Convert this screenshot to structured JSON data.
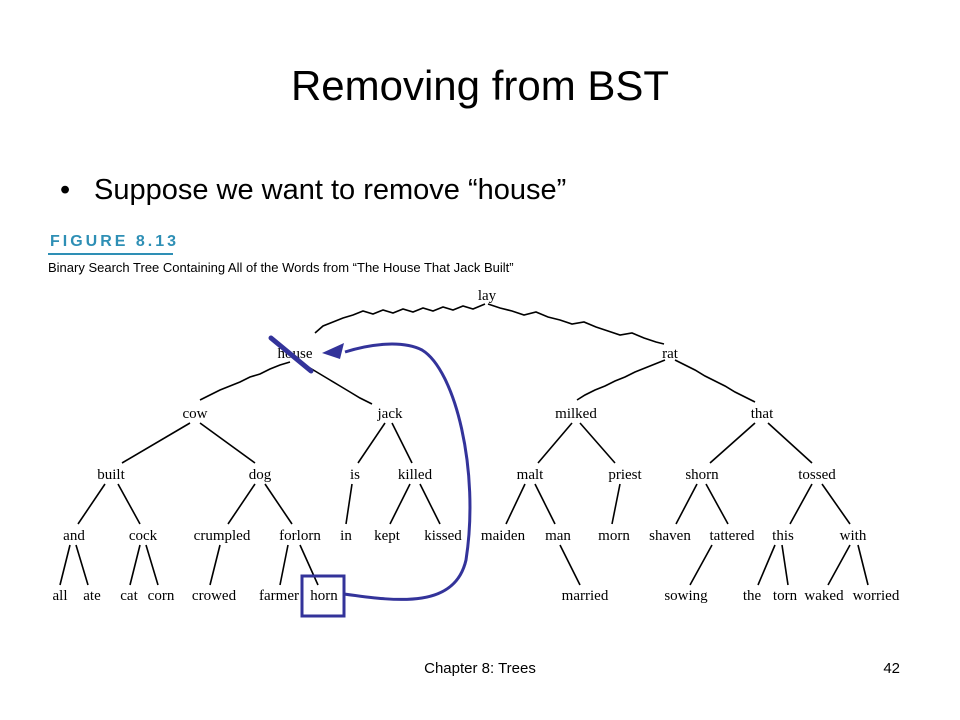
{
  "slide": {
    "title": "Removing from BST",
    "bullet": "Suppose we want to remove “house”",
    "bullet_marker": "•",
    "figure_label": "FIGURE 8.13",
    "figure_caption": "Binary Search Tree Containing All of the Words from “The House That Jack Built”",
    "footer_left": "Chapter 8: Trees",
    "footer_right": "42"
  },
  "tree": {
    "nodes": {
      "lay": "lay",
      "house": "house",
      "rat": "rat",
      "cow": "cow",
      "jack": "jack",
      "milked": "milked",
      "that": "that",
      "built": "built",
      "dog": "dog",
      "is": "is",
      "killed": "killed",
      "malt": "malt",
      "priest": "priest",
      "shorn": "shorn",
      "tossed": "tossed",
      "and": "and",
      "cock": "cock",
      "crumpled": "crumpled",
      "forlorn": "forlorn",
      "in": "in",
      "kept": "kept",
      "kissed": "kissed",
      "maiden": "maiden",
      "man": "man",
      "morn": "morn",
      "shaven": "shaven",
      "tattered": "tattered",
      "this": "this",
      "with": "with",
      "all": "all",
      "ate": "ate",
      "cat": "cat",
      "corn": "corn",
      "crowed": "crowed",
      "farmer": "farmer",
      "horn": "horn",
      "married": "married",
      "sowing": "sowing",
      "the": "the",
      "torn": "torn",
      "waked": "waked",
      "worried": "worried"
    },
    "annotation_color": "#33339a"
  }
}
